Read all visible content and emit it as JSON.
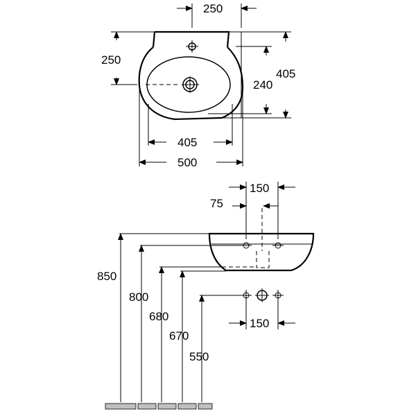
{
  "dimensions": {
    "top_width_250": "250",
    "left_height_250": "250",
    "height_240": "240",
    "height_405": "405",
    "bowl_width_405": "405",
    "overall_width_500": "500",
    "side_150": "150",
    "side_75": "75",
    "h_850": "850",
    "h_800": "800",
    "h_680": "680",
    "h_670": "670",
    "h_550": "550",
    "conn_150": "150"
  }
}
